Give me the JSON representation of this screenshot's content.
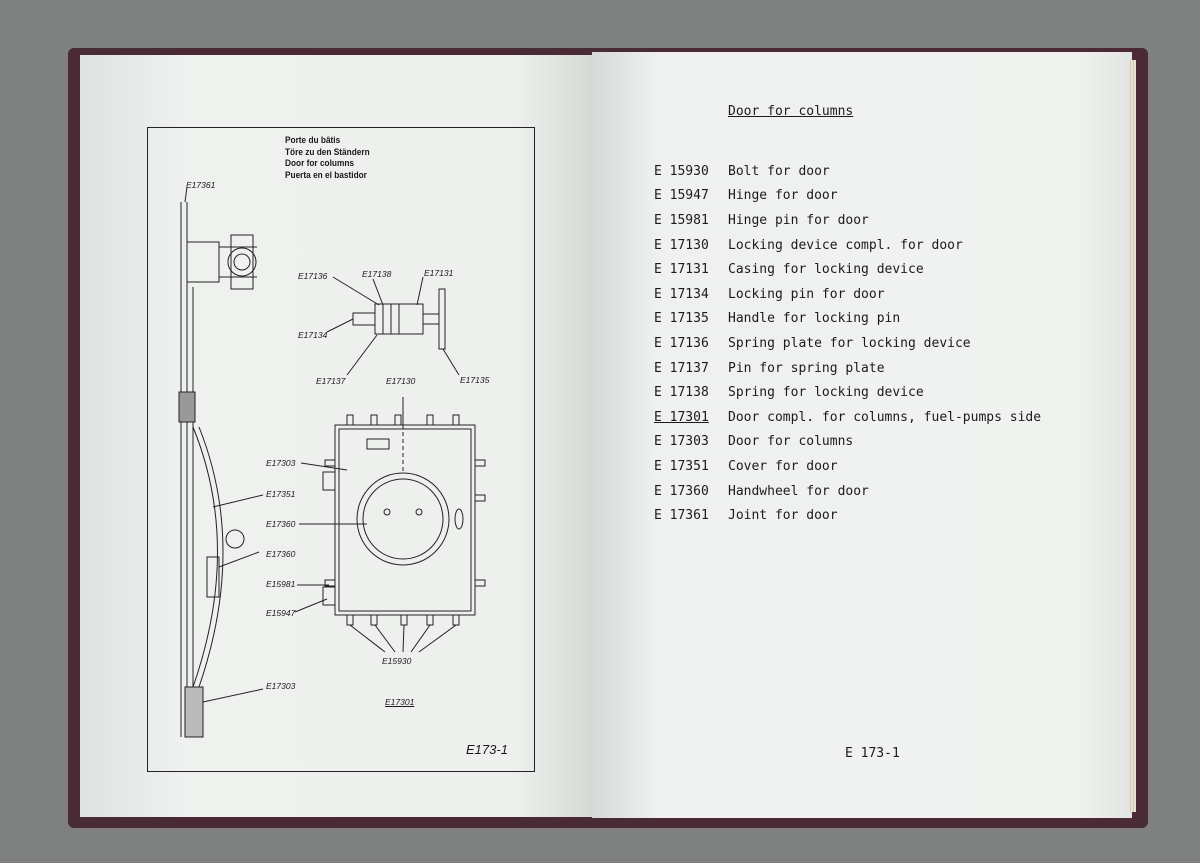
{
  "left_page": {
    "titles": [
      "Porte du bâtis",
      "Töre zu den Ständern",
      "Door for columns",
      "Puerta en el bastidor"
    ],
    "callouts": {
      "c1": "E17361",
      "c2": "E17136",
      "c3": "E17138",
      "c4": "E17131",
      "c5": "E17134",
      "c6": "E17137",
      "c7": "E17130",
      "c8": "E17135",
      "c9": "E17303",
      "c10": "E17351",
      "c11": "E17360",
      "c12": "E17360",
      "c13": "E15981",
      "c14": "E15947",
      "c15": "E15930",
      "c16": "E17303",
      "c17": "E17301"
    },
    "page_number": "E173-1"
  },
  "right_page": {
    "heading": "Door for columns",
    "parts": [
      {
        "code": "E 15930",
        "description": "Bolt for door"
      },
      {
        "code": "E 15947",
        "description": "Hinge for door"
      },
      {
        "code": "E 15981",
        "description": "Hinge pin for door"
      },
      {
        "code": "E 17130",
        "description": "Locking device compl. for door"
      },
      {
        "code": "E 17131",
        "description": "Casing for locking device"
      },
      {
        "code": "E 17134",
        "description": "Locking pin for door"
      },
      {
        "code": "E 17135",
        "description": "Handle for locking pin"
      },
      {
        "code": "E 17136",
        "description": "Spring plate for locking device"
      },
      {
        "code": "E 17137",
        "description": "Pin for spring plate"
      },
      {
        "code": "E 17138",
        "description": "Spring for locking device"
      },
      {
        "code": "E 17301",
        "description": "Door compl. for columns, fuel-pumps side",
        "underlined": true
      },
      {
        "code": "E 17303",
        "description": "Door for columns"
      },
      {
        "code": "E 17351",
        "description": "Cover for door"
      },
      {
        "code": "E 17360",
        "description": "Handwheel for door"
      },
      {
        "code": "E 17361",
        "description": "Joint for door"
      }
    ],
    "page_number": "E 173-1"
  },
  "colors": {
    "cover": "#4a2a35",
    "page": "#eef1ee",
    "ink": "#1b1b1b",
    "background": "#7f8180"
  }
}
